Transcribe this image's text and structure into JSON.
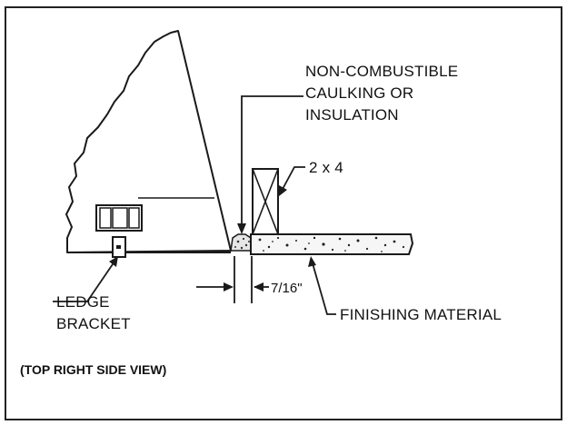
{
  "labels": {
    "caulking_line1": "NON-COMBUSTIBLE",
    "caulking_line2": "CAULKING OR",
    "caulking_line3": "INSULATION",
    "stud": "2 x 4",
    "gap": "7/16\"",
    "ledge_line1": "LEDGE",
    "ledge_line2": "BRACKET",
    "finishing": "FINISHING MATERIAL",
    "caption": "(TOP RIGHT SIDE VIEW)"
  }
}
